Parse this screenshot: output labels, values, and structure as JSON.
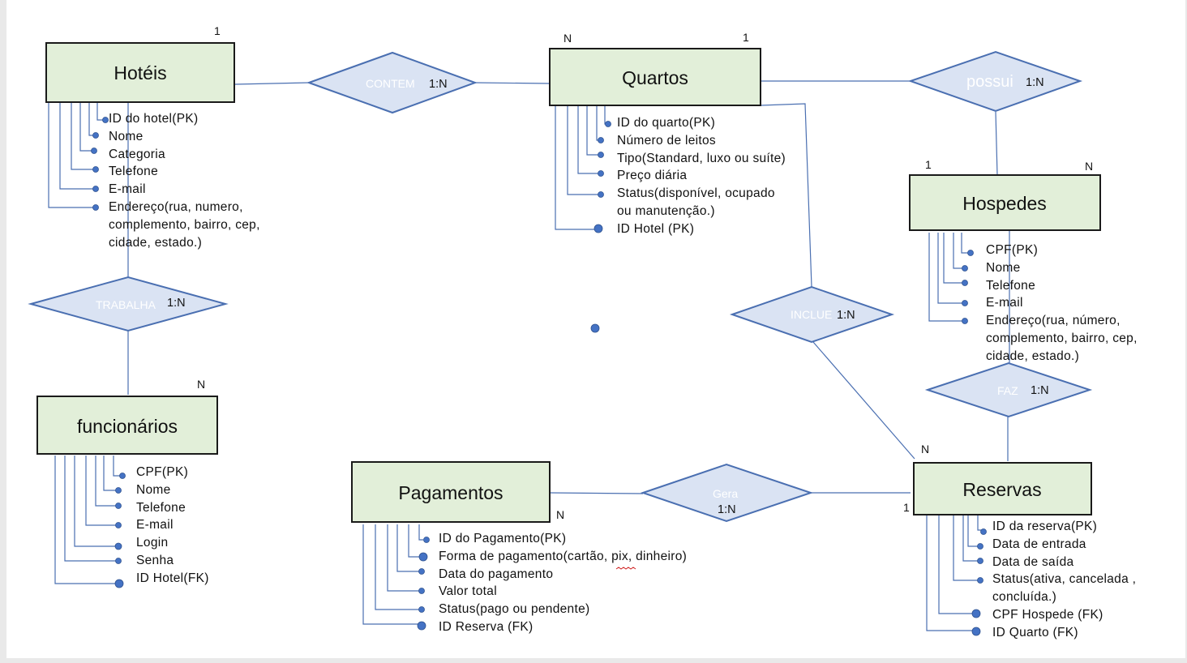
{
  "entities": {
    "hoteis": {
      "name": "Hotéis",
      "attributes": [
        "ID do hotel(PK)",
        "Nome",
        "Categoria",
        "Telefone",
        "E-mail",
        "Endereço(rua, numero,",
        "complemento, bairro, cep,",
        "cidade, estado.)"
      ]
    },
    "quartos": {
      "name": "Quartos",
      "attributes": [
        "ID do quarto(PK)",
        "Número de leitos",
        "Tipo(Standard, luxo ou suíte)",
        "Preço diária",
        "Status(disponível, ocupado",
        "ou manutenção.)",
        "ID Hotel (PK)"
      ]
    },
    "hospedes": {
      "name": "Hospedes",
      "attributes": [
        "CPF(PK)",
        "Nome",
        "Telefone",
        "E-mail",
        "Endereço(rua, número,",
        "complemento, bairro, cep,",
        "cidade, estado.)"
      ]
    },
    "funcionarios": {
      "name": "funcionários",
      "attributes": [
        "CPF(PK)",
        "Nome",
        "Telefone",
        "E-mail",
        "Login",
        "Senha",
        "ID Hotel(FK)"
      ]
    },
    "pagamentos": {
      "name": "Pagamentos",
      "attributes": [
        "ID do Pagamento(PK)",
        "Forma de pagamento(cartão, pix, dinheiro)",
        "Data do pagamento",
        "Valor total",
        "Status(pago ou pendente)",
        "ID Reserva (FK)"
      ]
    },
    "reservas": {
      "name": "Reservas",
      "attributes": [
        "ID da reserva(PK)",
        "Data de entrada",
        "Data de saída",
        "Status(ativa, cancelada ,",
        "concluída.)",
        "CPF Hospede (FK)",
        "ID Quarto (FK)"
      ]
    }
  },
  "relationships": {
    "contem": {
      "name": "CONTEM",
      "ratio": "1:N"
    },
    "possui": {
      "name": "possui",
      "ratio": "1:N"
    },
    "trabalha": {
      "name": "TRABALHA",
      "ratio": "1:N"
    },
    "inclue": {
      "name": "INCLUE",
      "ratio": "1:N"
    },
    "faz": {
      "name": "FAZ",
      "ratio": "1:N"
    },
    "gera": {
      "name": "Gera",
      "ratio": "1:N"
    }
  },
  "cardinalities": {
    "hoteis_top": "1",
    "quartos_left": "N",
    "quartos_right": "1",
    "hospedes_left": "1",
    "hospedes_right": "N",
    "funcionarios": "N",
    "pagamentos": "N",
    "reservas_top": "N",
    "reservas_left": "1"
  },
  "colors": {
    "entity_fill": "#e2efd9",
    "relationship_fill": "#dae3f3",
    "relationship_stroke": "#4a6fb1",
    "line": "#4a6fb1",
    "dot": "#4472c4"
  }
}
